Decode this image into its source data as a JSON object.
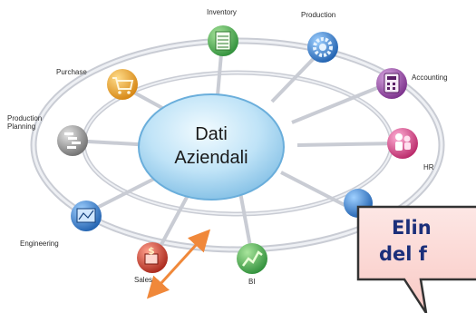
{
  "diagram": {
    "center": {
      "line1": "Dati",
      "line2": "Aziendali"
    },
    "modules": [
      {
        "label": "Inventory",
        "icon": "spreadsheet-icon",
        "color": "#3aa04a"
      },
      {
        "label": "Production",
        "icon": "gear-icon",
        "color": "#2a6fc4"
      },
      {
        "label": "Accounting",
        "icon": "calculator-icon",
        "color": "#8e3f9c"
      },
      {
        "label": "HR",
        "icon": "people-icon",
        "color": "#d0357f"
      },
      {
        "label": "BI",
        "icon": "chart-icon",
        "color": "#4aa43a"
      },
      {
        "label": "Sales",
        "icon": "money-icon",
        "color": "#c8382a"
      },
      {
        "label": "Engineering",
        "icon": "blueprint-icon",
        "color": "#2f6fb2"
      },
      {
        "label": "Production\nPlanning",
        "label_line1": "Production",
        "label_line2": "Planning",
        "icon": "gantt-icon",
        "color": "#8a8a8a"
      },
      {
        "label": "Purchase",
        "icon": "shopping-cart-icon",
        "color": "#e89a1c"
      }
    ],
    "hidden_module": {
      "icon": "module-icon",
      "color": "#2a7fd0"
    },
    "callout": {
      "line1": "Elin",
      "line2": "del f"
    },
    "arrow_color": "#f0883a"
  }
}
